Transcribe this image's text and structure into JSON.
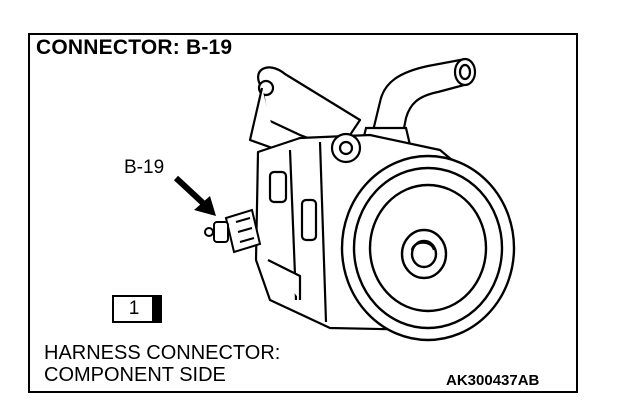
{
  "diagram": {
    "title": "CONNECTOR: B-19",
    "callout_label": "B-19",
    "badge_number": "1",
    "caption_line1": "HARNESS CONNECTOR:",
    "caption_line2": "COMPONENT SIDE",
    "figure_code": "AK300437AB"
  },
  "colors": {
    "ink": "#000000",
    "paper": "#ffffff",
    "shade": "#d9d9d9"
  }
}
